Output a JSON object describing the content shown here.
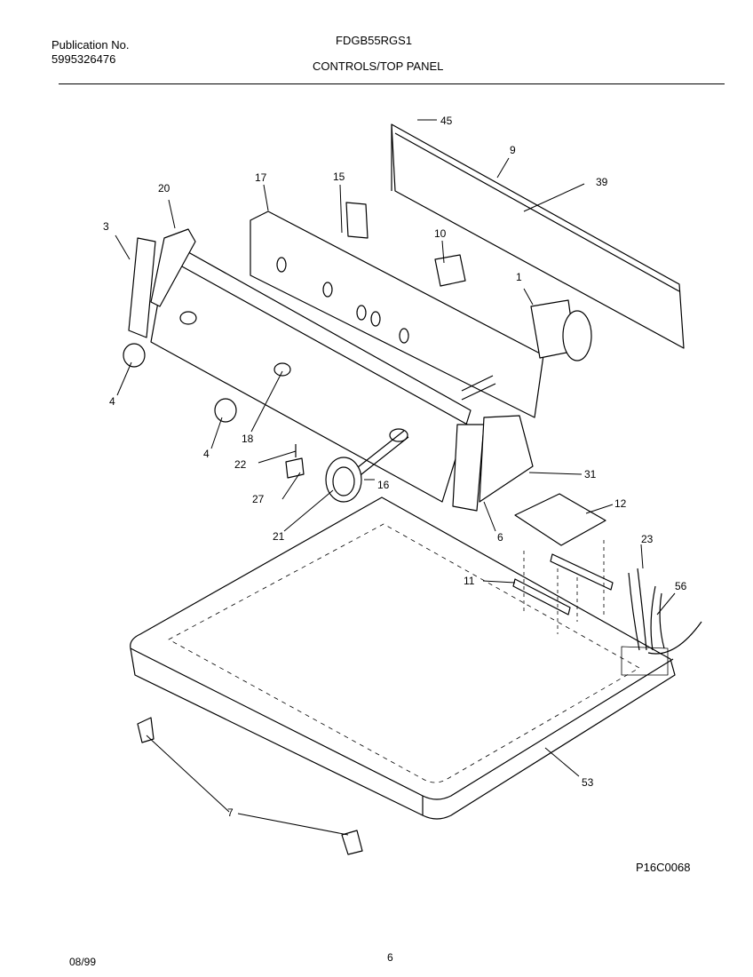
{
  "header": {
    "publication_label": "Publication No.",
    "publication_number": "5995326476",
    "model": "FDGB55RGS1",
    "section_title": "CONTROLS/TOP PANEL"
  },
  "diagram": {
    "code": "P16C0068",
    "callouts": [
      "45",
      "9",
      "39",
      "20",
      "17",
      "15",
      "3",
      "10",
      "1",
      "4",
      "4",
      "18",
      "22",
      "16",
      "27",
      "21",
      "31",
      "12",
      "6",
      "23",
      "11",
      "56",
      "53",
      "7"
    ]
  },
  "footer": {
    "date": "08/99",
    "page": "6"
  }
}
